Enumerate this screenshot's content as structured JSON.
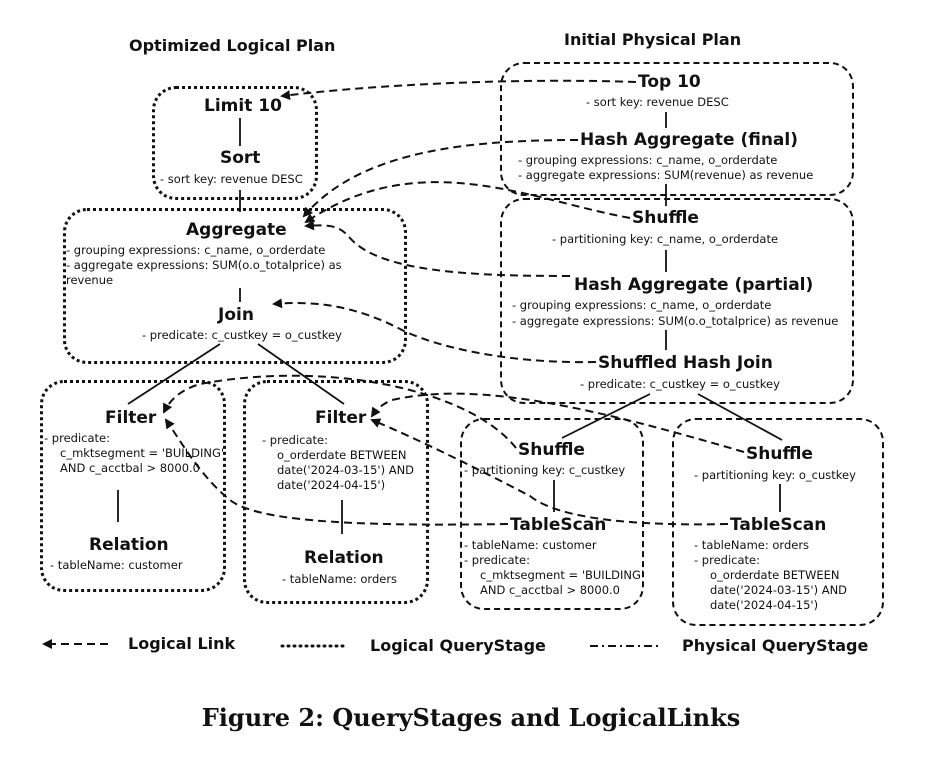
{
  "headings": {
    "logical": "Optimized Logical Plan",
    "physical": "Initial Physical Plan"
  },
  "logical_plan": {
    "limit": {
      "title": "Limit 10"
    },
    "sort": {
      "title": "Sort",
      "detail": "- sort key: revenue DESC"
    },
    "aggregate": {
      "title": "Aggregate",
      "detail_1": "- grouping expressions: c_name, o_orderdate",
      "detail_2": "- aggregate expressions: SUM(o.o_totalprice) as",
      "detail_3": "revenue"
    },
    "join": {
      "title": "Join",
      "detail": "- predicate: c_custkey = o_custkey"
    },
    "filter_left": {
      "title": "Filter",
      "detail_1": "- predicate:",
      "detail_2": "c_mktsegment = 'BUILDING'",
      "detail_3": "AND c_acctbal > 8000.0"
    },
    "relation_left": {
      "title": "Relation",
      "detail": "- tableName: customer"
    },
    "filter_right": {
      "title": "Filter",
      "detail_1": "- predicate:",
      "detail_2": "o_orderdate BETWEEN",
      "detail_3": "date('2024-03-15') AND",
      "detail_4": "date('2024-04-15')"
    },
    "relation_right": {
      "title": "Relation",
      "detail": "- tableName: orders"
    }
  },
  "physical_plan": {
    "top": {
      "title": "Top 10",
      "detail": "- sort key: revenue DESC"
    },
    "hash_agg_final": {
      "title": "Hash Aggregate (final)",
      "detail_1": "- grouping expressions: c_name, o_orderdate",
      "detail_2": "- aggregate expressions: SUM(revenue) as revenue"
    },
    "shuffle_top": {
      "title": "Shuffle",
      "detail": "- partitioning key: c_name, o_orderdate"
    },
    "hash_agg_partial": {
      "title": "Hash Aggregate (partial)",
      "detail_1": "- grouping expressions: c_name, o_orderdate",
      "detail_2": "- aggregate expressions: SUM(o.o_totalprice) as revenue"
    },
    "shuffled_hash_join": {
      "title": "Shuffled Hash Join",
      "detail": "- predicate: c_custkey = o_custkey"
    },
    "shuffle_left": {
      "title": "Shuffle",
      "detail": "- partitioning key: c_custkey"
    },
    "tablescan_left": {
      "title": "TableScan",
      "detail_1": "- tableName: customer",
      "detail_2": "- predicate:",
      "detail_3": "c_mktsegment = 'BUILDING'",
      "detail_4": "AND c_acctbal > 8000.0"
    },
    "shuffle_right": {
      "title": "Shuffle",
      "detail": "- partitioning key: o_custkey"
    },
    "tablescan_right": {
      "title": "TableScan",
      "detail_1": "- tableName: orders",
      "detail_2": "- predicate:",
      "detail_3": "o_orderdate BETWEEN",
      "detail_4": "date('2024-03-15') AND",
      "detail_5": "date('2024-04-15')"
    }
  },
  "legend": {
    "logical_link": "Logical Link",
    "logical_querystage": "Logical QueryStage",
    "physical_querystage": "Physical QueryStage"
  },
  "caption": "Figure 2: QueryStages and LogicalLinks"
}
